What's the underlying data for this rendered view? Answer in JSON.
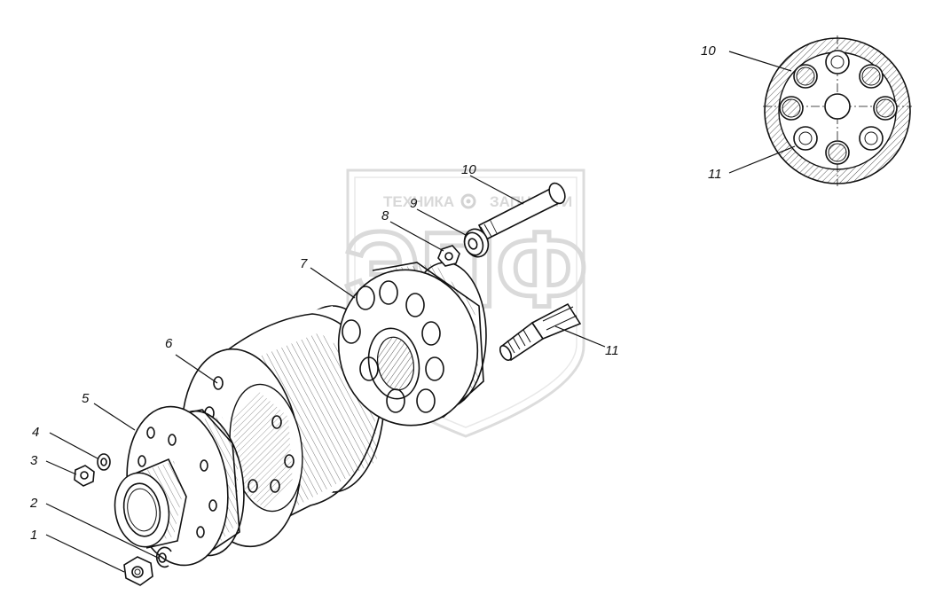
{
  "watermark": {
    "brand": "ЭПФ",
    "left_text": "ТЕХНИКА",
    "right_text": "ЗАПЧАСТИ"
  },
  "callouts": {
    "p1": "1",
    "p2": "2",
    "p3": "3",
    "p4": "4",
    "p5": "5",
    "p6": "6",
    "p7": "7",
    "p8": "8",
    "p9": "9",
    "p10": "10",
    "p11": "11",
    "s10": "10",
    "s11": "11"
  }
}
